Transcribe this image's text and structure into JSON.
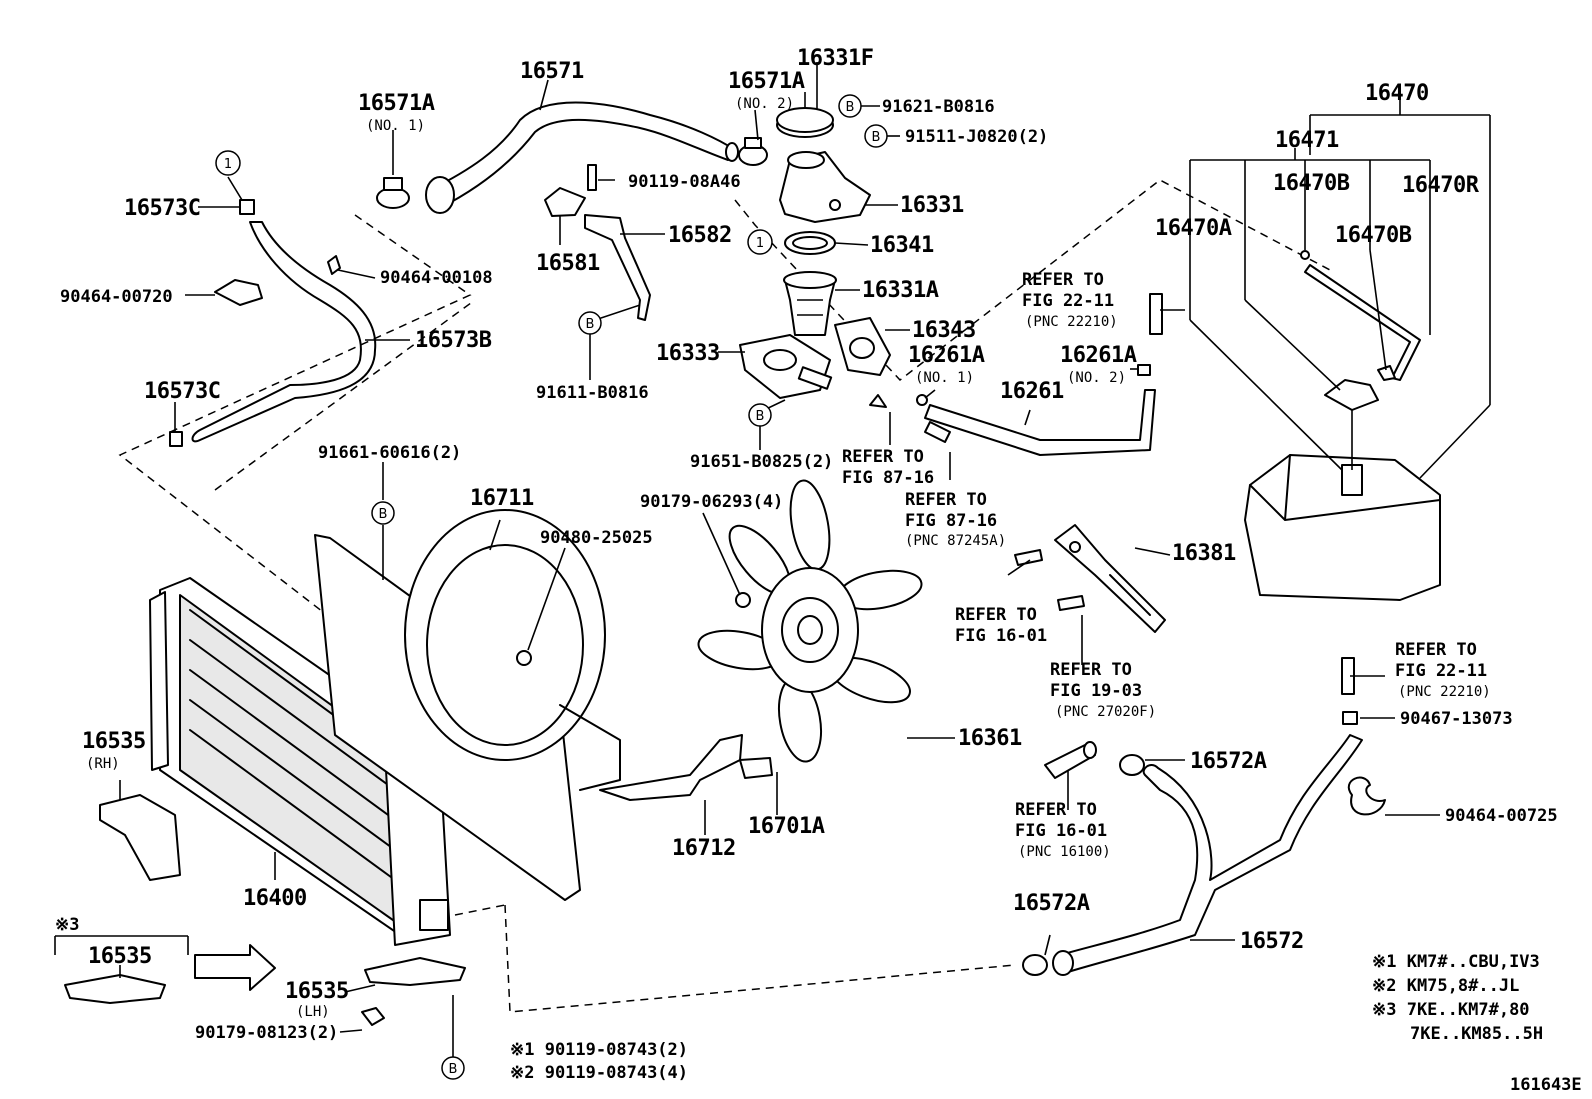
{
  "diagram": {
    "part_labels": {
      "p16571": "16571",
      "p16571A_1": "16571A",
      "p16571A_1_note": "(NO. 1)",
      "p16571A_2": "16571A",
      "p16571A_2_note": "(NO. 2)",
      "p16331F": "16331F",
      "p91621": "91621-B0816",
      "p91511": "91511-J0820(2)",
      "p16331": "16331",
      "p16341": "16341",
      "p16331A": "16331A",
      "p16343": "16343",
      "p16333": "16333",
      "p16261A_1": "16261A",
      "p16261A_1_note": "(NO. 1)",
      "p16261A_2": "16261A",
      "p16261A_2_note": "(NO. 2)",
      "p16261": "16261",
      "p90119_08A46": "90119-08A46",
      "p16582": "16582",
      "p16581": "16581",
      "p91611": "91611-B0816",
      "p91651": "91651-B0825(2)",
      "p16573C_top": "16573C",
      "p16573C_bot": "16573C",
      "p90464_00108": "90464-00108",
      "p90464_00720": "90464-00720",
      "p16573B": "16573B",
      "p91661": "91661-60616(2)",
      "p16711": "16711",
      "p90480": "90480-25025",
      "p90179_06293": "90179-06293(4)",
      "p16470": "16470",
      "p16471": "16471",
      "p16470B_a": "16470B",
      "p16470R": "16470R",
      "p16470A": "16470A",
      "p16470B_b": "16470B",
      "p16381": "16381",
      "p16361": "16361",
      "p16535_rh": "16535",
      "p16535_rh_note": "(RH)",
      "p16400": "16400",
      "p16712": "16712",
      "p16701A": "16701A",
      "p16572A_top": "16572A",
      "p16572A_bot": "16572A",
      "p16572": "16572",
      "p90467": "90467-13073",
      "p90464_00725": "90464-00725",
      "p16535_box": "16535",
      "p16535_lh": "16535",
      "p16535_lh_note": "(LH)",
      "p90179_08123": "90179-08123(2)",
      "note1": "※1 90119-08743(2)",
      "note2": "※2 90119-08743(4)",
      "mark3": "※3"
    },
    "refers": {
      "r1_a": "REFER TO",
      "r1_b": "FIG 22-11",
      "r1_c": "(PNC 22210)",
      "r2_a": "REFER TO",
      "r2_b": "FIG 87-16",
      "r3_a": "REFER TO",
      "r3_b": "FIG 87-16",
      "r3_c": "(PNC 87245A)",
      "r4_a": "REFER TO",
      "r4_b": "FIG 16-01",
      "r5_a": "REFER TO",
      "r5_b": "FIG 19-03",
      "r5_c": "(PNC 27020F)",
      "r6_a": "REFER TO",
      "r6_b": "FIG 22-11",
      "r6_c": "(PNC 22210)",
      "r7_a": "REFER TO",
      "r7_b": "FIG 16-01",
      "r7_c": "(PNC 16100)"
    },
    "circles": {
      "c1": "1",
      "c2": "1",
      "b": "B"
    },
    "legend": {
      "l1": "※1 KM7#..CBU,IV3",
      "l2": "※2 KM75,8#..JL",
      "l3": "※3 7KE..KM7#,80",
      "l4": "7KE..KM85..5H"
    },
    "figure_id": "161643E"
  }
}
